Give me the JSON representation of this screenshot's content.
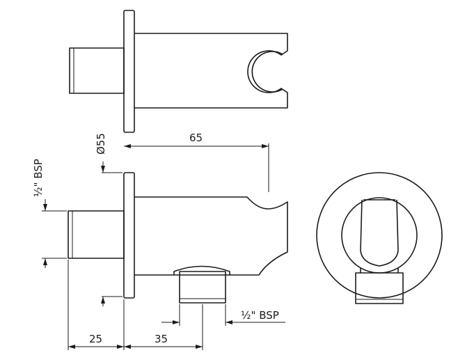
{
  "dimensions": {
    "flange_diameter": "Ø55",
    "width_65": "65",
    "inlet_thread": "½\" BSP",
    "outlet_thread": "½\" BSP",
    "depth_25": "25",
    "offset_35": "35"
  }
}
